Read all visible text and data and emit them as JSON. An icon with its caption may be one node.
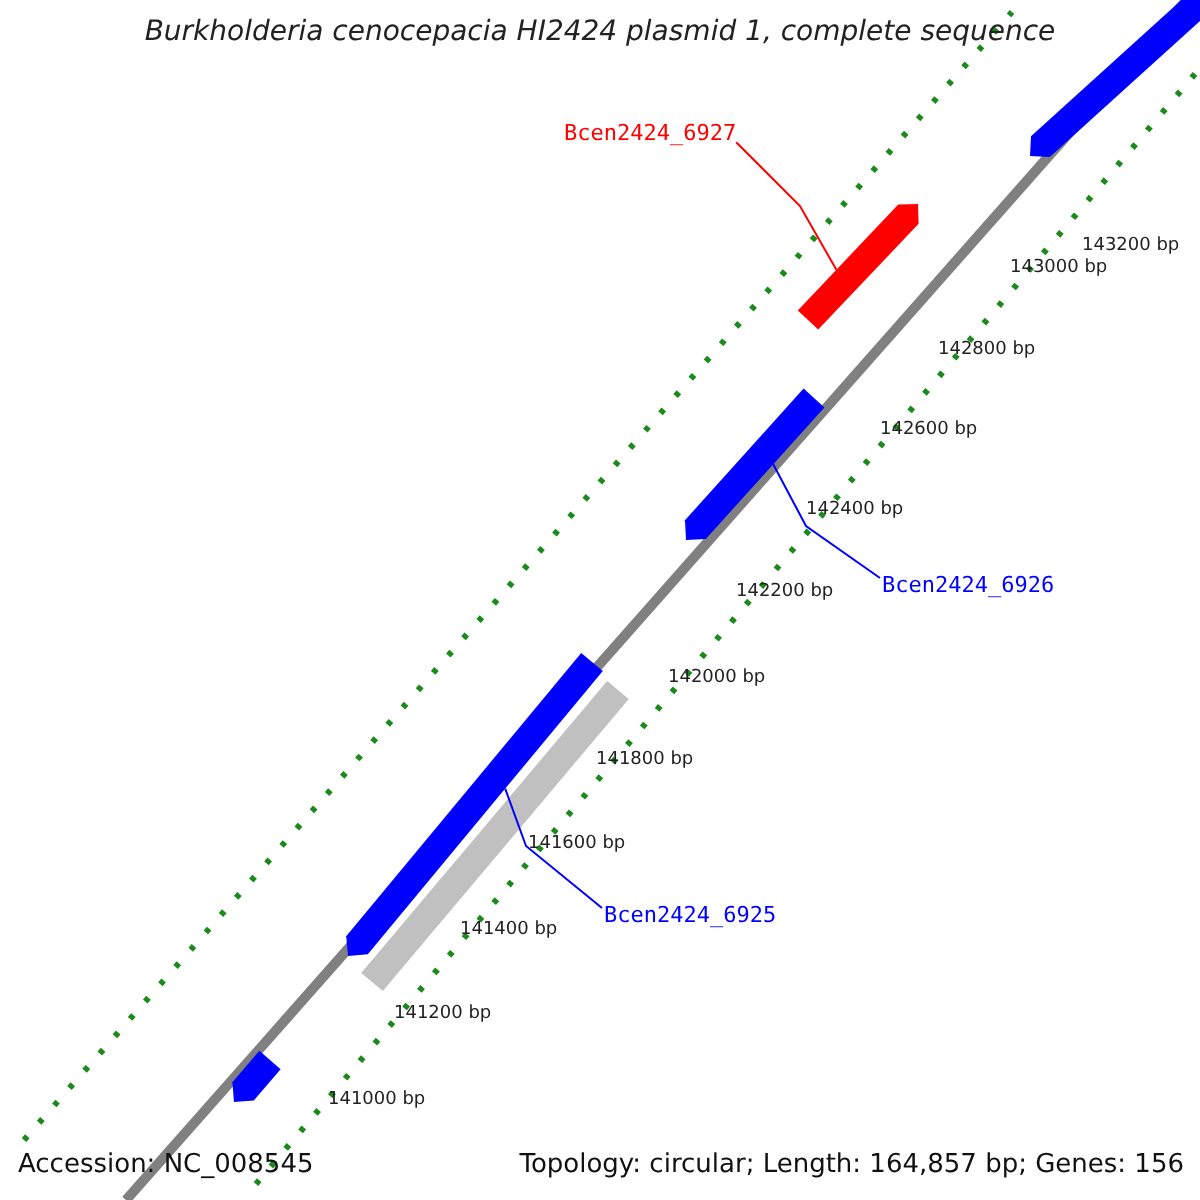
{
  "diagram": {
    "title": "Burkholderia cenocepacia HI2424 plasmid 1, complete sequence",
    "nodes": [
      {
        "text": [
          "Bcen2424_6927"
        ]
      },
      {
        "text": [],
        "shape": "bar"
      },
      {
        "text": [],
        "shape": "bar"
      },
      {
        "text": [],
        "shape": "bar"
      },
      {
        "text": [
          "Bcen2424_6926"
        ]
      },
      {
        "text": [],
        "shape": "bar"
      },
      {
        "text": [],
        "shape": "bar"
      },
      {
        "text": [
          "Bcen2424_6925"
        ]
      },
      {
        "text": [],
        "shape": "bar"
      }
    ],
    "edges": [
      {
        "from": 0,
        "to": 2,
        "arrow": "none",
        "color": "#ff0000"
      },
      {
        "from": 4,
        "to": 3,
        "arrow": "none"
      },
      {
        "from": 7,
        "to": 5,
        "arrow": "none"
      }
    ],
    "labels": [
      "143200 bp",
      "143000 bp",
      "142800 bp",
      "142600 bp",
      "142400 bp",
      "142200 bp",
      "142000 bp",
      "141800 bp",
      "141600 bp",
      "141400 bp",
      "141200 bp",
      "141000 bp",
      "Accession: NC_008545",
      "Topology: circular; Length: 164,857 bp; Genes: 156"
    ]
  }
}
